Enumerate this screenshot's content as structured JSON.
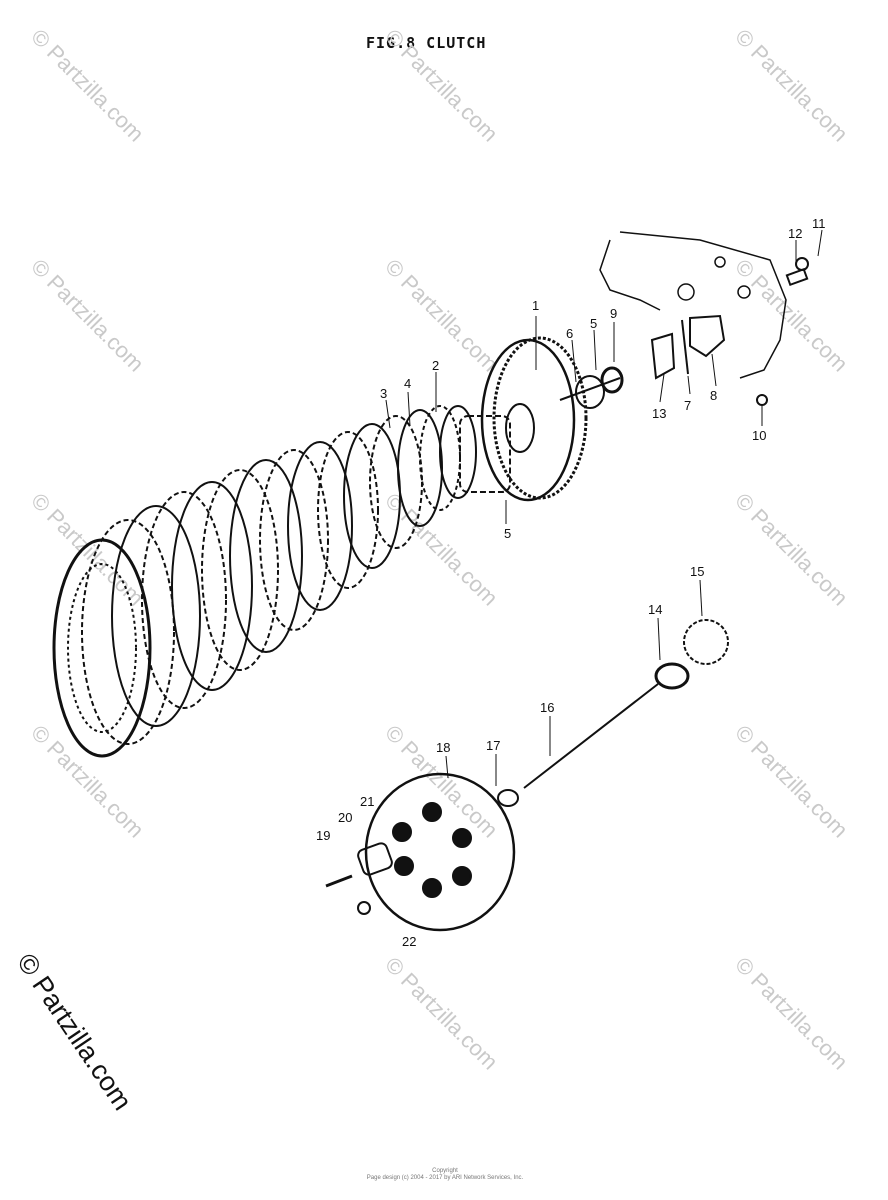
{
  "title": "FIG.8  CLUTCH",
  "watermark": "© Partzilla.com",
  "footer": {
    "line1": "Copyright",
    "line2": "Page design (c) 2004 - 2017 by ARI Network Services, Inc."
  },
  "callouts": {
    "c1": "1",
    "c2": "2",
    "c3": "3",
    "c4": "4",
    "c5a": "5",
    "c5b": "5",
    "c6": "6",
    "c7": "7",
    "c8": "8",
    "c9": "9",
    "c10": "10",
    "c11": "11",
    "c12": "12",
    "c13": "13",
    "c14": "14",
    "c15": "15",
    "c16": "16",
    "c17": "17",
    "c18": "18",
    "c19": "19",
    "c20": "20",
    "c21": "21",
    "c22": "22"
  }
}
